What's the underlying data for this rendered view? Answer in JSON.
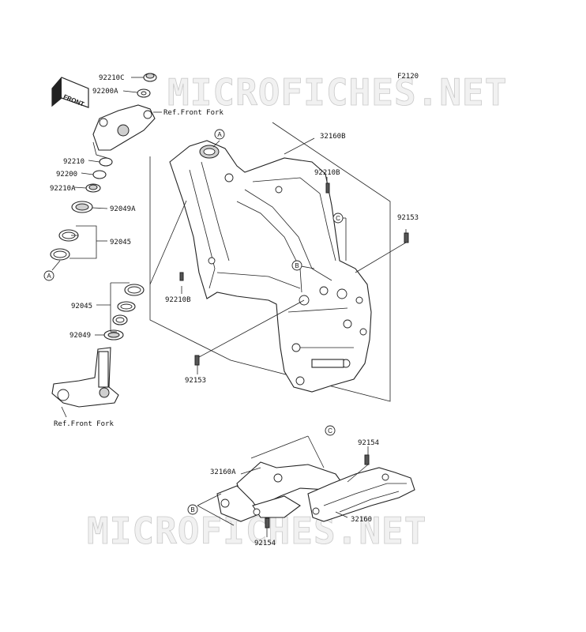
{
  "figure_code": "F2120",
  "watermark": "MICROFICHES.NET",
  "front_label": "FRONT",
  "callouts": {
    "a": "A",
    "b": "B",
    "c": "C"
  },
  "parts": {
    "p92210C": "92210C",
    "p92200A": "92200A",
    "ref_front_fork_top": "Ref.Front Fork",
    "p92210": "92210",
    "p92200": "92200",
    "p92210A": "92210A",
    "p92049A": "92049A",
    "p92045_top": "92045",
    "p92045_mid": "92045",
    "p92049": "92049",
    "ref_front_fork_bottom": "Ref.Front Fork",
    "p32160B": "32160B",
    "p92210B_top": "92210B",
    "p92153_right": "92153",
    "p92210B_left": "92210B",
    "p92153_bottom": "92153",
    "p32160A": "32160A",
    "p92154_top": "92154",
    "p32160": "32160",
    "p92154_bottom": "92154"
  }
}
